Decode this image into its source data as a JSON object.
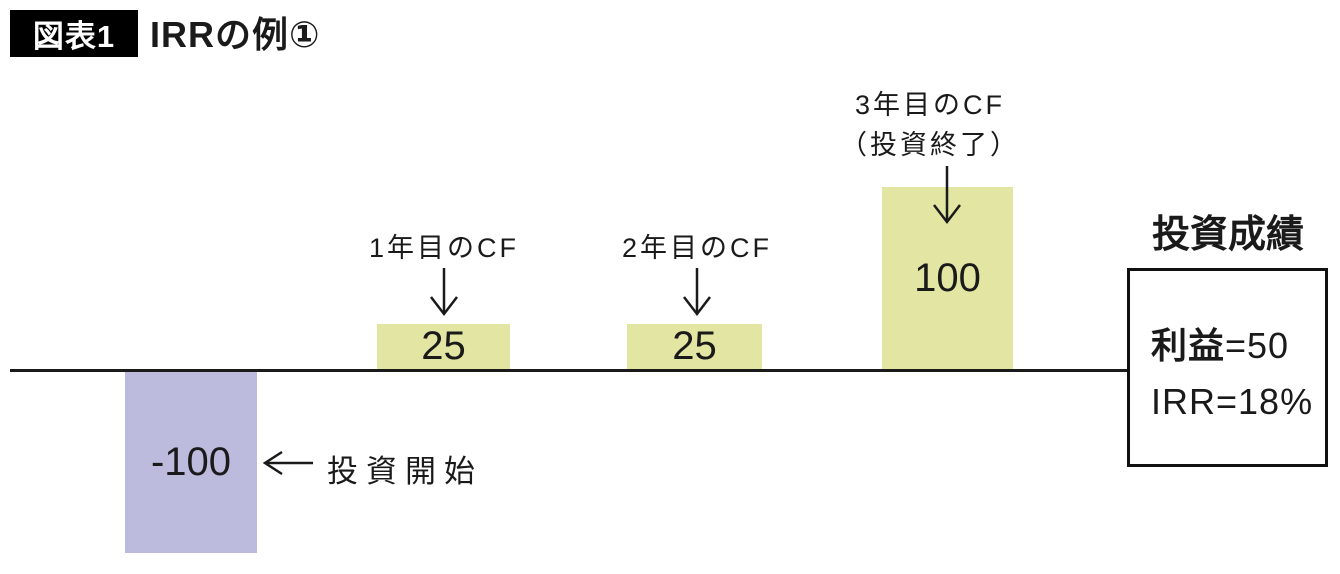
{
  "title": {
    "badge": "図表1",
    "text": "IRRの例①"
  },
  "chart_data": {
    "type": "bar",
    "title": "IRRの例①",
    "categories": [
      "投資開始",
      "1年目",
      "2年目",
      "3年目"
    ],
    "values": [
      -100,
      25,
      25,
      100
    ],
    "baseline": 0,
    "grid": false,
    "annotations": [
      "投資開始",
      "1年目のCF",
      "2年目のCF",
      "3年目のCF（投資終了）"
    ],
    "result": {
      "profit": 50,
      "irr_percent": 18
    },
    "colors": {
      "positive_bar": "#e3e5a3",
      "negative_bar": "#bcbadd",
      "line": "#1a1a1a"
    }
  },
  "bars": [
    {
      "value": "-100"
    },
    {
      "value": "25"
    },
    {
      "value": "25"
    },
    {
      "value": "100"
    }
  ],
  "labels": {
    "year1": "1年目のCF",
    "year2": "2年目のCF",
    "year3_line1": "3年目のCF",
    "year3_line2": "（投資終了）",
    "start": "投資開始"
  },
  "result_panel": {
    "heading": "投資成績",
    "profit_label": "利益",
    "profit_value": "=50",
    "irr_text": "IRR=18%"
  }
}
